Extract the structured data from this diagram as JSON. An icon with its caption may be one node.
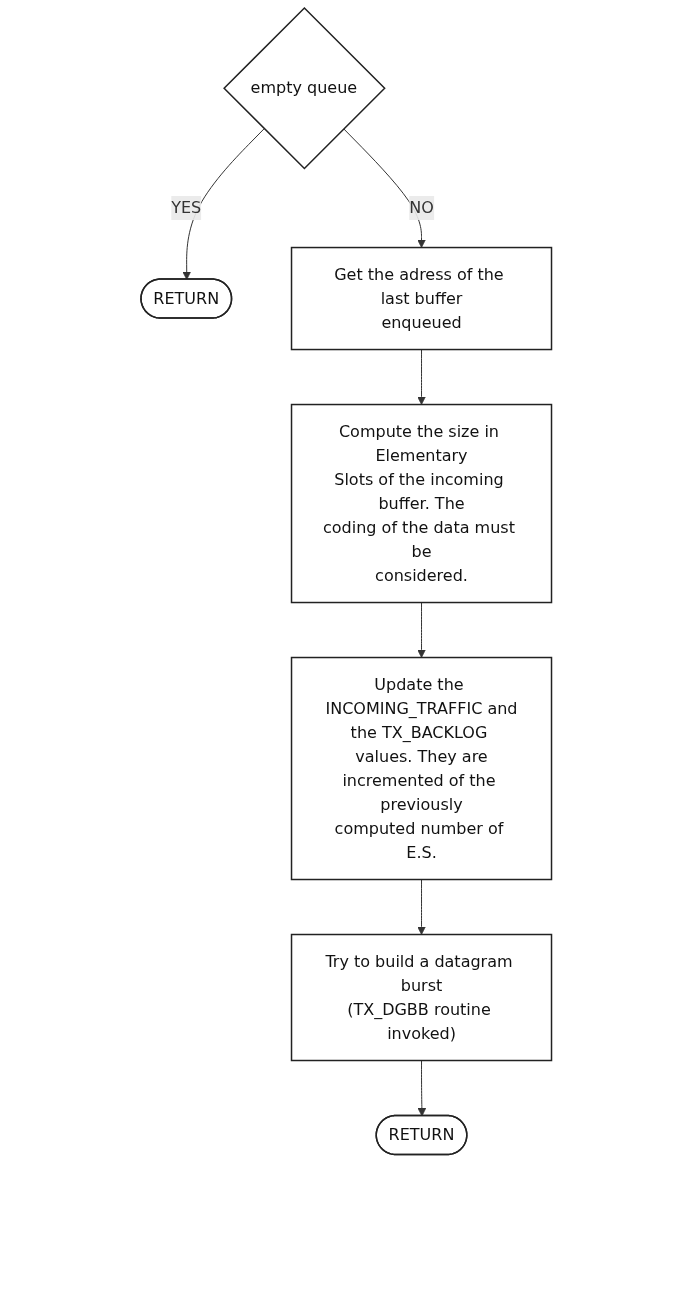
{
  "diagram": {
    "nodes": [
      {
        "text": [
          "empty queue"
        ]
      },
      {
        "text": [
          "RETURN"
        ]
      },
      {
        "text": [
          "Get the adress of the last buffer enqueued"
        ]
      },
      {
        "text": [
          "Compute the size in Elementary Slots of the incoming buffer. The coding of the data must be considered."
        ]
      },
      {
        "text": [
          "Update the INCOMING_TRAFFIC and the TX_BACKLOG values. They are incremented of the previously computed number of E.S."
        ]
      },
      {
        "text": [
          "Try to build a datagram burst (TX_DGBB routine invoked)"
        ]
      },
      {
        "text": [
          "RETURN"
        ]
      }
    ],
    "edges": [
      {
        "from": 0,
        "to": 1,
        "arrow": "to",
        "label": "YES"
      },
      {
        "from": 0,
        "to": 2,
        "arrow": "to",
        "label": "NO"
      },
      {
        "from": 2,
        "to": 3,
        "arrow": "to"
      },
      {
        "from": 3,
        "to": 4,
        "arrow": "to"
      },
      {
        "from": 4,
        "to": 5,
        "arrow": "to"
      },
      {
        "from": 5,
        "to": 6,
        "arrow": "to"
      }
    ]
  }
}
